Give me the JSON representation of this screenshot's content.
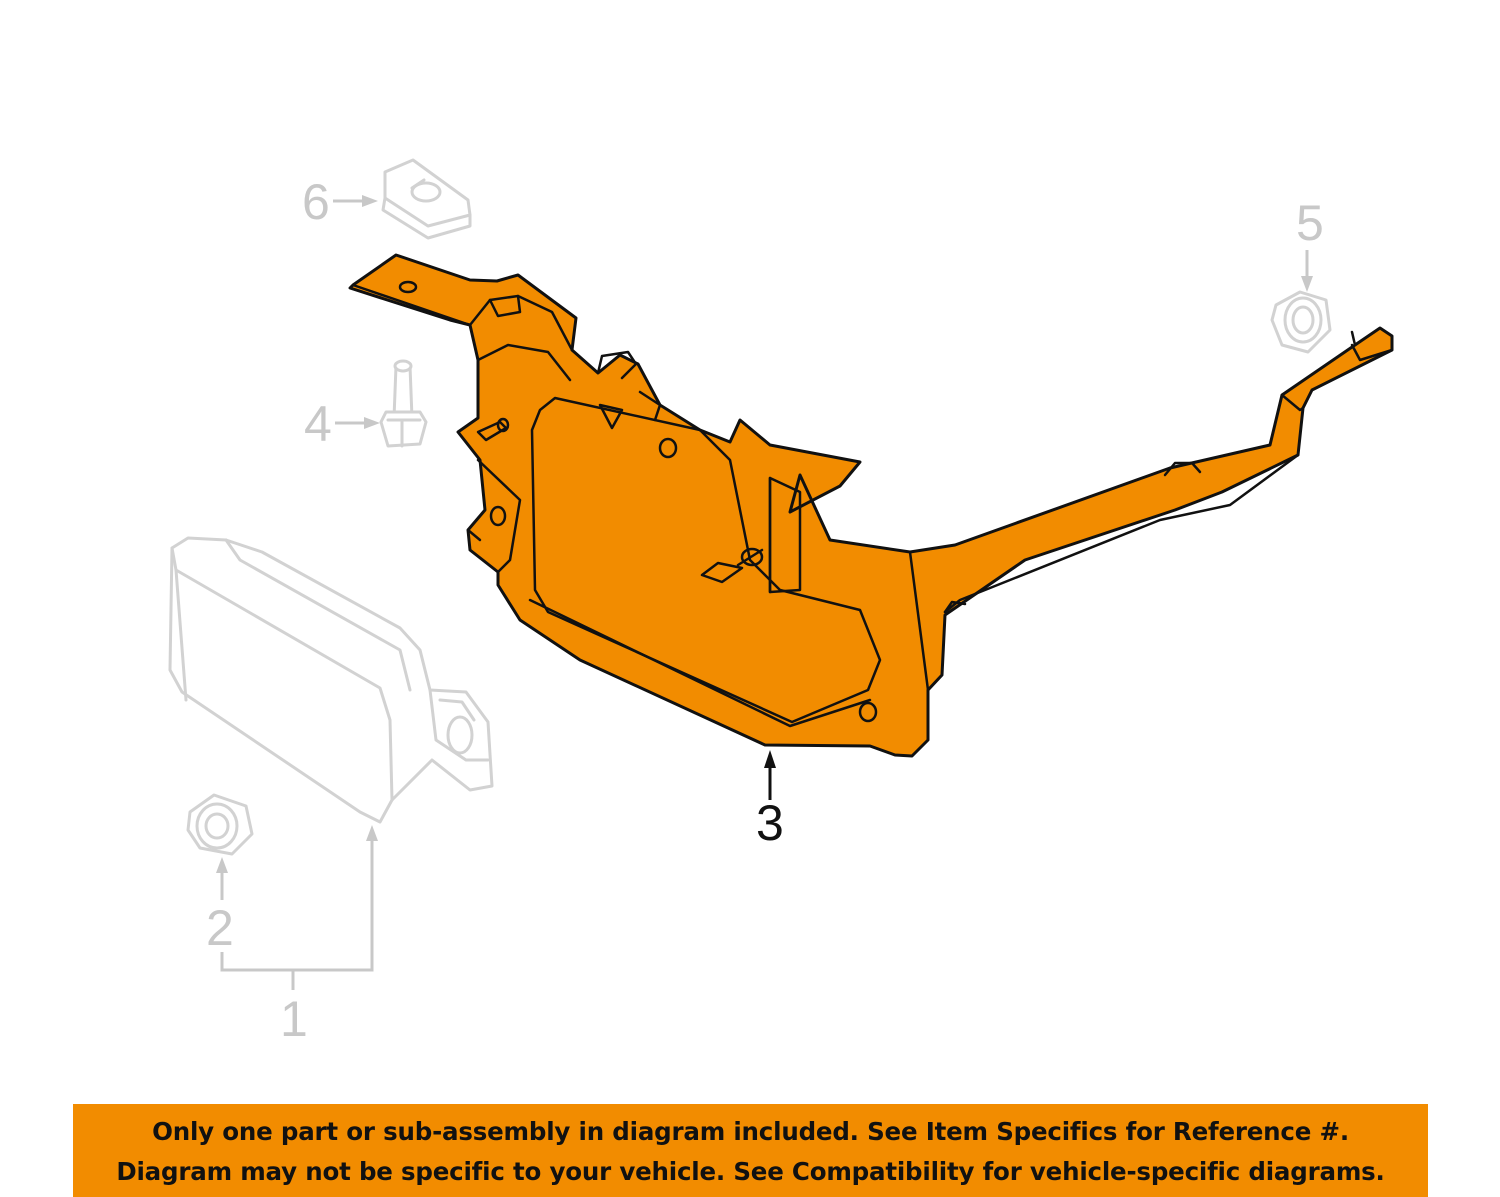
{
  "callouts": {
    "c1": "1",
    "c2": "2",
    "c3": "3",
    "c4": "4",
    "c5": "5",
    "c6": "6"
  },
  "disclaimer": {
    "line1": "Only one part or sub-assembly in diagram included. See Item Specifics for Reference #.",
    "line2": "Diagram may not be specific to your vehicle. See Compatibility for vehicle-specific diagrams."
  },
  "colors": {
    "highlight": "#f28c00",
    "ghost": "#d2d2d2",
    "outline": "#111111"
  }
}
